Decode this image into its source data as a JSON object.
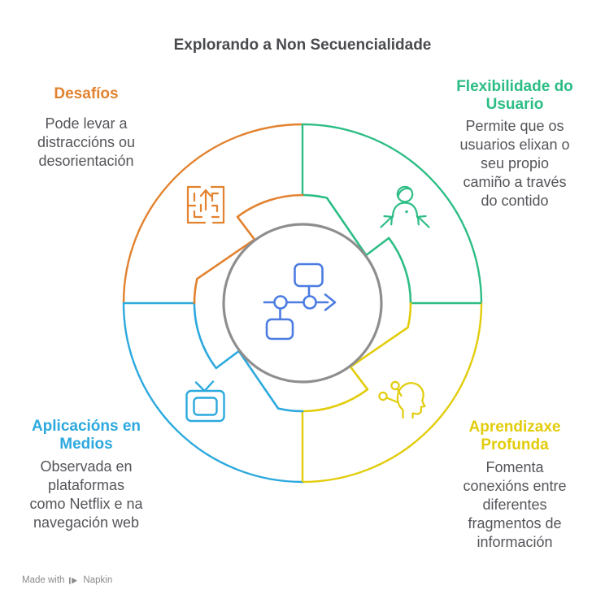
{
  "title": "Explorando a Non Secuencialidade",
  "colors": {
    "orange": "#E2822F",
    "green": "#2CBD85",
    "blue": "#2CA9DE",
    "yellow": "#E2CC0B",
    "center_blue": "#4C7CE2",
    "ring_gray": "#8E8E8E",
    "title_text": "#494A4E",
    "body_text": "#54555A",
    "footer_text": "#8A8B8D"
  },
  "center": {
    "icon": "flowchart-icon"
  },
  "quadrants": [
    {
      "position": "top-left",
      "icon": "maze-arrow-icon",
      "color": "#E2822F",
      "title_lines": [
        "Desafíos"
      ],
      "body_lines": [
        "Pode levar a",
        "distraccións ou",
        "desorientación"
      ]
    },
    {
      "position": "top-right",
      "icon": "person-arrows-icon",
      "color": "#2CBD85",
      "title_lines": [
        "Flexibilidade do",
        "Usuario"
      ],
      "body_lines": [
        "Permite que os",
        "usuarios elixan o",
        "seu propio",
        "camiño a través",
        "do contido"
      ]
    },
    {
      "position": "bottom-left",
      "icon": "tv-icon",
      "color": "#2CA9DE",
      "title_lines": [
        "Aplicacións en",
        "Medios"
      ],
      "body_lines": [
        "Observada en",
        "plataformas",
        "como Netflix e na",
        "navegación web"
      ]
    },
    {
      "position": "bottom-right",
      "icon": "head-nodes-icon",
      "color": "#E2CC0B",
      "title_lines": [
        "Aprendizaxe",
        "Profunda"
      ],
      "body_lines": [
        "Fomenta",
        "conexións entre",
        "diferentes",
        "fragmentos de",
        "información"
      ]
    }
  ],
  "footer": {
    "made_with": "Made with",
    "brand": "Napkin"
  }
}
